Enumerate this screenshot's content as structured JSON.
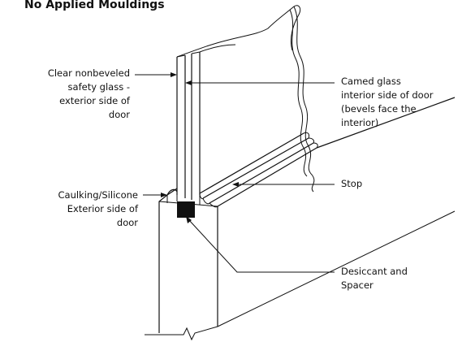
{
  "diagram": {
    "title": "No Applied Mouldings",
    "labels": {
      "clear_glass": [
        "Clear nonbeveled",
        "safety glass -",
        "exterior side of",
        "door"
      ],
      "camed_glass": [
        "Camed glass",
        "interior side of door",
        "(bevels face the",
        "interior)"
      ],
      "stop": [
        "Stop"
      ],
      "caulking": [
        "Caulking/Silicone",
        "Exterior side of",
        "door"
      ],
      "desiccant": [
        "Desiccant and",
        "Spacer"
      ]
    }
  }
}
